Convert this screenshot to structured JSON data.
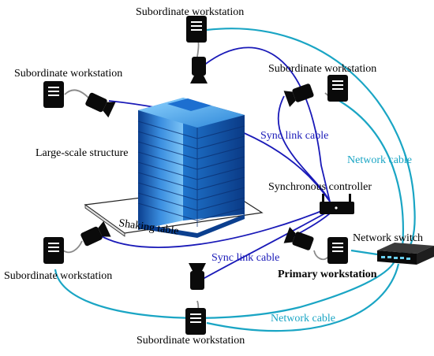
{
  "labels": {
    "ws_top": "Subordinate workstation",
    "ws_left_top": "Subordinate workstation",
    "ws_right_top": "Subordinate workstation",
    "ws_left_bottom": "Subordinate workstation",
    "ws_bottom": "Subordinate workstation",
    "structure": "Large-scale structure",
    "shaking_table": "Shaking table",
    "sync_cable_top": "Sync link cable",
    "sync_cable_bottom": "Sync link cable",
    "network_cable_right": "Network cable",
    "network_cable_bottom": "Network cable",
    "sync_controller": "Synchronous controller",
    "network_switch": "Network switch",
    "primary_workstation": "Primary workstation"
  },
  "colors": {
    "sync_cable": "#1a1ab8",
    "network_cable": "#1aa5c4",
    "device": "#0a0a0a",
    "building_light": "#4aa8ee",
    "building_dark": "#0b3f8f"
  },
  "icons": {
    "workstation": "tower-pc-icon",
    "camera": "camera-icon",
    "controller": "router-icon",
    "switch": "network-switch-icon"
  }
}
